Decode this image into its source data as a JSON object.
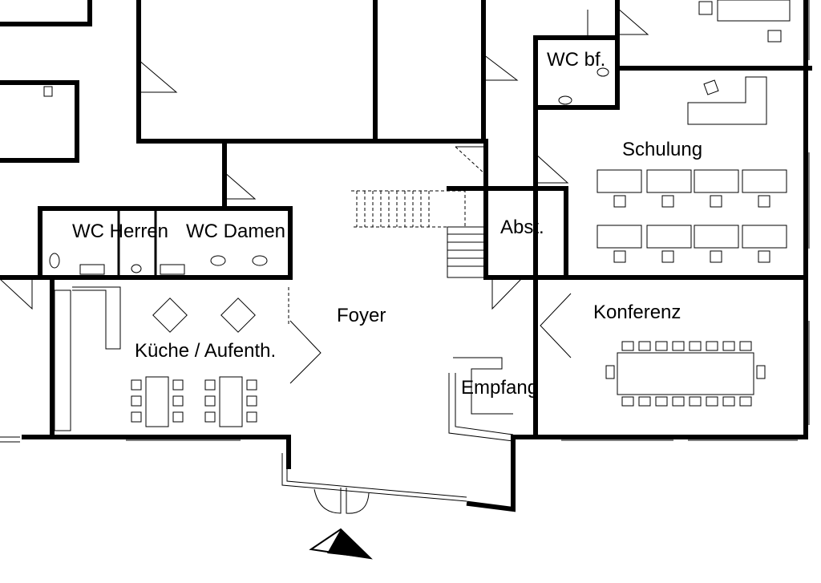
{
  "plan": {
    "rooms": {
      "wc_bf": "WC bf.",
      "schulung": "Schulung",
      "wc_herren": "WC Herren",
      "wc_damen": "WC Damen",
      "abst": "Abst.",
      "foyer": "Foyer",
      "konferenz": "Konferenz",
      "kueche": "Küche / Aufenth.",
      "empfang": "Empfang"
    }
  }
}
